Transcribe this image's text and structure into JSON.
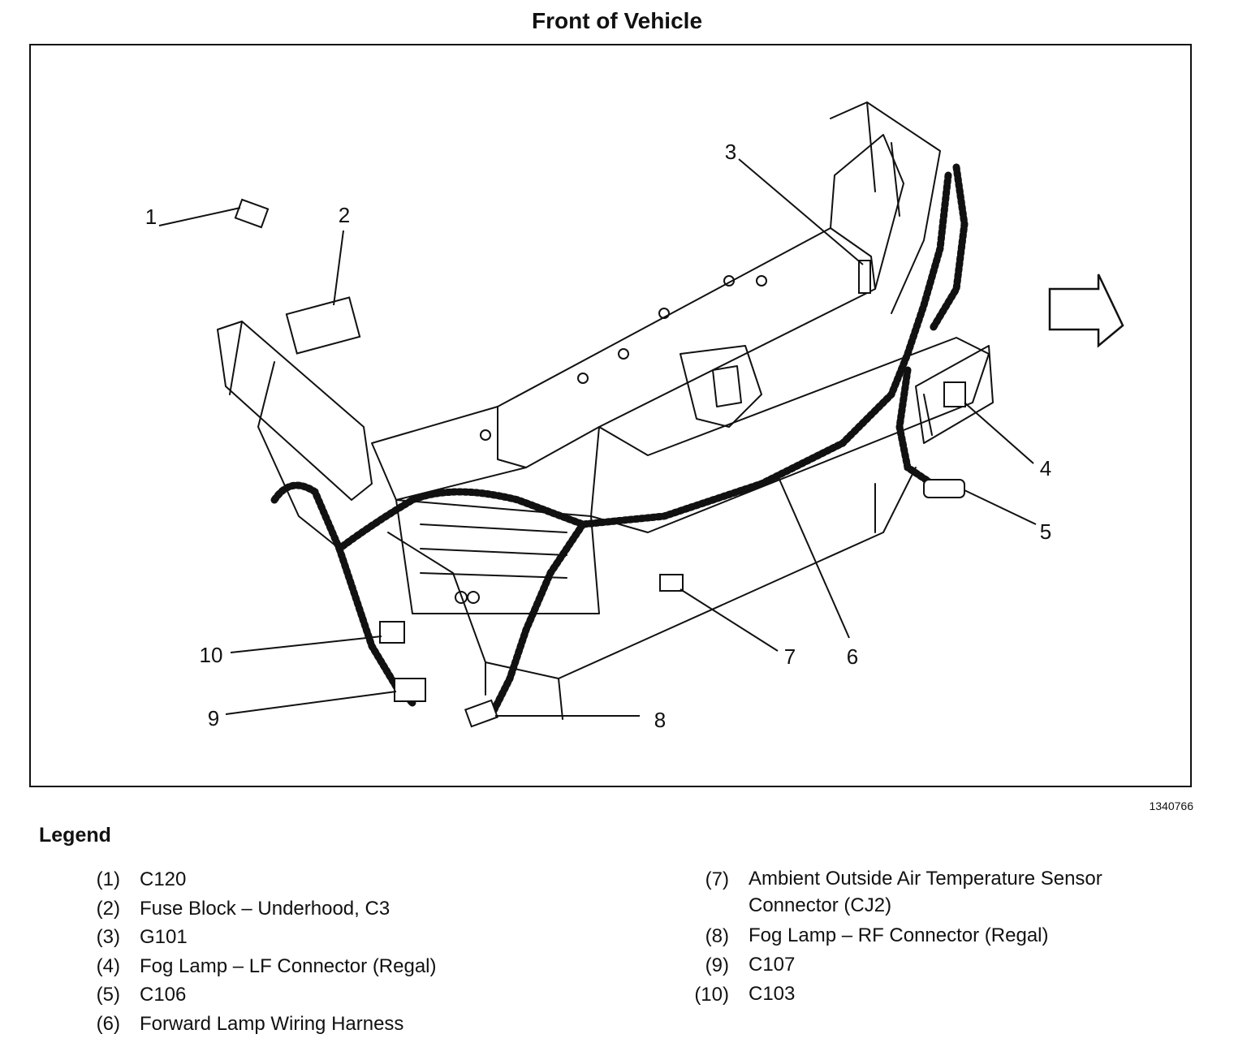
{
  "title": "Front of Vehicle",
  "figure_number": "1340766",
  "callouts": [
    "1",
    "2",
    "3",
    "4",
    "5",
    "6",
    "7",
    "8",
    "9",
    "10"
  ],
  "legend": {
    "heading": "Legend",
    "items": [
      {
        "num": "(1)",
        "text": "C120"
      },
      {
        "num": "(2)",
        "text": "Fuse Block – Underhood, C3"
      },
      {
        "num": "(3)",
        "text": "G101"
      },
      {
        "num": "(4)",
        "text": "Fog Lamp – LF Connector (Regal)"
      },
      {
        "num": "(5)",
        "text": "C106"
      },
      {
        "num": "(6)",
        "text": "Forward Lamp Wiring Harness"
      },
      {
        "num": "(7)",
        "text": "Ambient Outside Air Temperature Sensor\nConnector (CJ2)"
      },
      {
        "num": "(8)",
        "text": "Fog Lamp – RF Connector (Regal)"
      },
      {
        "num": "(9)",
        "text": "C107"
      },
      {
        "num": "(10)",
        "text": "C103"
      }
    ]
  }
}
